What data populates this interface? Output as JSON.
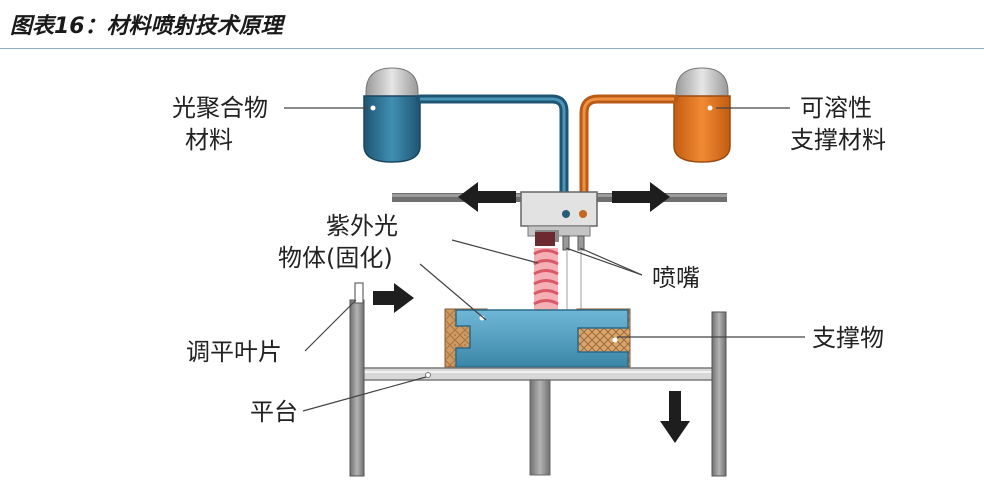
{
  "title": "图表16：材料喷射技术原理",
  "labels": {
    "photopolymer_line1": "光聚合物",
    "photopolymer_line2": "材料",
    "soluble_line1": "可溶性",
    "soluble_line2": "支撑材料",
    "uv_line1": "紫外光",
    "uv_line2": "物体(固化)",
    "nozzle": "喷嘴",
    "leveling_blade": "调平叶片",
    "support": "支撑物",
    "platform": "平台"
  },
  "colors": {
    "photopolymer": "#2b6d8c",
    "soluble_support": "#e0731e",
    "object": "#4a9bbd",
    "support_material": "#c8925a",
    "uv_light": "#e87a82",
    "frame": "#7e7e7e",
    "arrow": "#2a2a2a"
  }
}
